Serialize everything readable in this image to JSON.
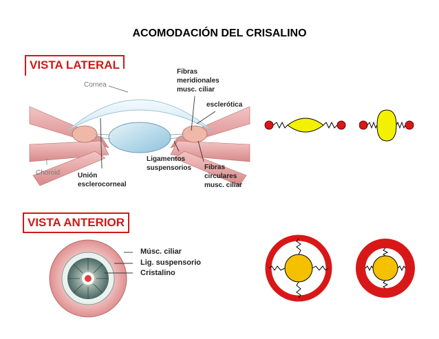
{
  "title": "ACOMODACIÓN DEL CRISALINO",
  "sections": {
    "lateral": "VISTA LATERAL",
    "anterior": "VISTA ANTERIOR"
  },
  "lateral_labels": {
    "cornea": "Cornea",
    "choroid": "Choroid",
    "fibras_meridionales": [
      "Fibras",
      "meridionales",
      "musc. ciliar"
    ],
    "esclerotica": "esclerótica",
    "ligamentos": [
      "Ligamentos",
      "suspensorios"
    ],
    "fibras_circulares": [
      "Fibras",
      "circulares",
      "musc. ciliar"
    ],
    "union": [
      "Unión",
      "esclerocorneal"
    ]
  },
  "anterior_labels": {
    "musc_ciliar": "Músc. ciliar",
    "lig_suspensorio": "Lig. suspensorio",
    "cristalino": "Cristalino"
  },
  "colors": {
    "accent_red": "#d01818",
    "lens_yellow": "#f2f200",
    "lens_orange": "#f5c000",
    "muscle_pink": "#e8a0a0"
  }
}
